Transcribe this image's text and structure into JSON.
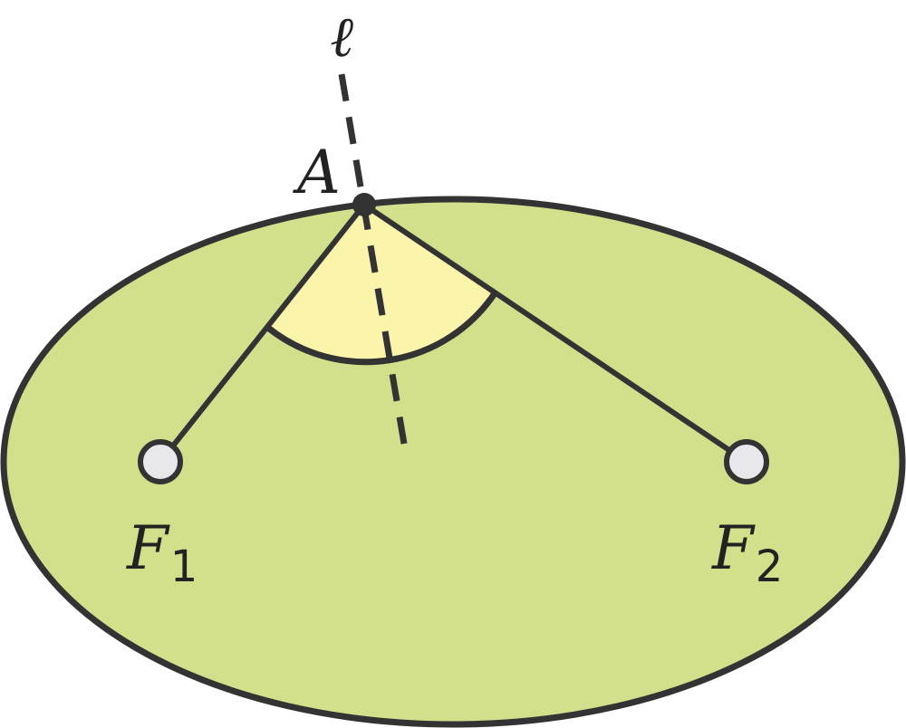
{
  "labels": {
    "line": "ℓ",
    "vertex": "A",
    "focus1_letter": "F",
    "focus1_sub": "1",
    "focus2_letter": "F",
    "focus2_sub": "2"
  },
  "colors": {
    "ellipse_fill": "#d2e08c",
    "angle_fill": "#faf5aa",
    "stroke": "#333333",
    "focus_fill": "#e8e8ec"
  }
}
